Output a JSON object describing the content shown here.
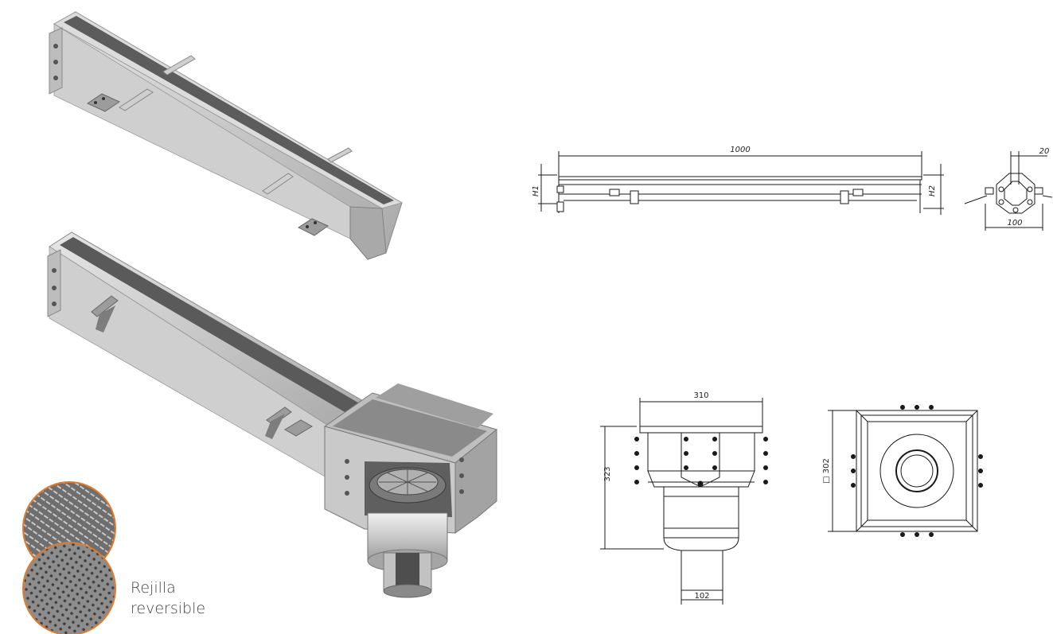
{
  "colors": {
    "steel_light": "#d9d9d9",
    "steel_mid": "#b8b8b8",
    "steel_dark": "#7a7a7a",
    "line": "#1a1a1a",
    "accent_ring": "#e07a2c"
  },
  "drawings": {
    "channel_side": {
      "length": "1000",
      "h1": "H1",
      "h2": "H2"
    },
    "channel_section": {
      "flange": "20",
      "width": "100"
    },
    "sump_front": {
      "width": "310",
      "height": "323",
      "outlet": "102"
    },
    "sump_top": {
      "size": "□ 302"
    }
  },
  "grille_caption": {
    "line1": "Rejilla",
    "line2": "reversible"
  }
}
